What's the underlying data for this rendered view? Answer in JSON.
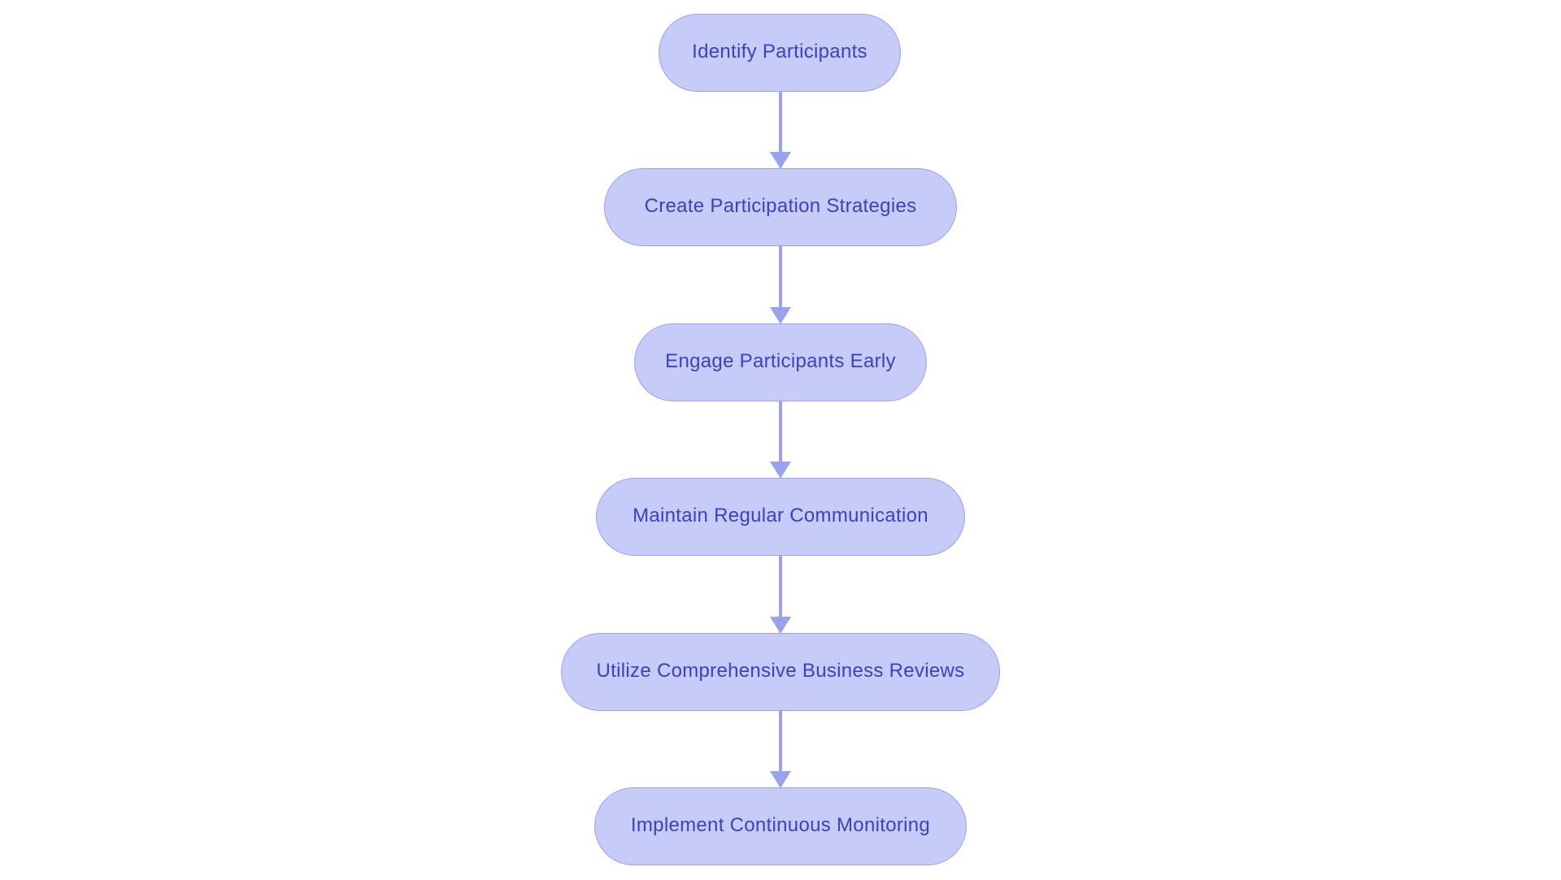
{
  "diagram": {
    "type": "flowchart",
    "direction": "top-down",
    "nodes": [
      {
        "id": "step-1",
        "label": "Identify Participants"
      },
      {
        "id": "step-2",
        "label": "Create Participation Strategies"
      },
      {
        "id": "step-3",
        "label": "Engage Participants Early"
      },
      {
        "id": "step-4",
        "label": "Maintain Regular Communication"
      },
      {
        "id": "step-5",
        "label": "Utilize Comprehensive Business Reviews"
      },
      {
        "id": "step-6",
        "label": "Implement Continuous Monitoring"
      }
    ],
    "edges": [
      {
        "from": "step-1",
        "to": "step-2"
      },
      {
        "from": "step-2",
        "to": "step-3"
      },
      {
        "from": "step-3",
        "to": "step-4"
      },
      {
        "from": "step-4",
        "to": "step-5"
      },
      {
        "from": "step-5",
        "to": "step-6"
      }
    ],
    "colors": {
      "background": "#ffffff",
      "node_fill": "#c7cbf8",
      "node_border": "#9aa1ee",
      "node_text": "#3843bd",
      "arrow": "#9ba2ed"
    }
  }
}
